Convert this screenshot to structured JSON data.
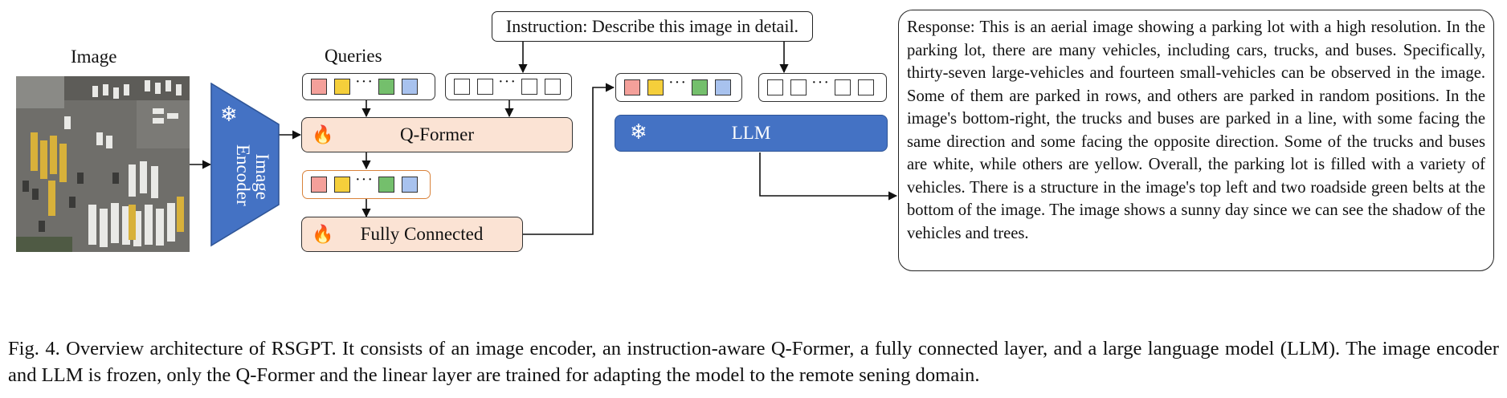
{
  "labels": {
    "image": "Image",
    "queries": "Queries",
    "encoder": "Image\nEncoder",
    "qformer": "Q-Former",
    "fully_connected": "Fully Connected",
    "llm": "LLM",
    "instruction": "Instruction: Describe this image in detail.",
    "dots": "···"
  },
  "icons": {
    "frozen": "snowflake-icon",
    "trainable": "flame-icon"
  },
  "colors": {
    "encoder_blue": "#4472c4",
    "block_fill": "#fbe3d4",
    "token_red": "#f4a09a",
    "token_yellow": "#f5cf3b",
    "token_green": "#74bf6c",
    "token_blue": "#a8c2ee",
    "orange_border": "#d9823a"
  },
  "response": "Response: This is an aerial image showing a parking lot with a high resolution. In the parking lot, there are many vehicles, including cars, trucks, and buses. Specifically, thirty-seven large-vehicles and fourteen small-vehicles can be observed in the image. Some of them are parked in rows, and others are parked in random positions. In the image's bottom-right, the trucks and buses are parked in a line, with some facing the same direction and some facing the opposite direction. Some of the trucks and buses are white, while others are yellow. Overall, the parking lot is filled with a variety of vehicles. There is a structure in the image's top left and two roadside green belts at the bottom of the image. The image shows a sunny day since we can see the shadow of the vehicles and trees.",
  "caption": "Fig. 4.  Overview architecture of RSGPT. It consists of an image encoder, an instruction-aware Q-Former, a fully connected layer, and a large language model (LLM). The image encoder and LLM is frozen, only the Q-Former and the linear layer are trained for adapting the model to the remote sening domain."
}
